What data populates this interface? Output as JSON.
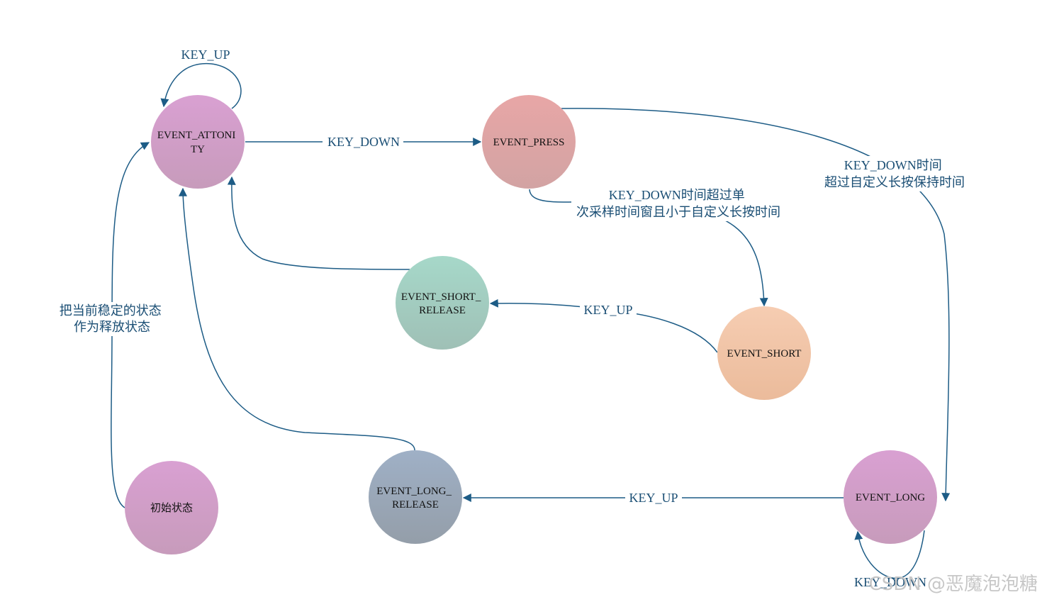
{
  "nodes": [
    {
      "id": "attonity",
      "lines": [
        "EVENT_ATTONI",
        "TY"
      ],
      "color_top": "#d9a0d2",
      "color_bottom": "#c79bbb"
    },
    {
      "id": "press",
      "lines": [
        "EVENT_PRESS"
      ],
      "color_top": "#e8a6a6",
      "color_bottom": "#d2a3a3"
    },
    {
      "id": "short_release",
      "lines": [
        "EVENT_SHORT_",
        "RELEASE"
      ],
      "color_top": "#a6d8c9",
      "color_bottom": "#9fc0b6"
    },
    {
      "id": "short",
      "lines": [
        "EVENT_SHORT"
      ],
      "color_top": "#f6cdb2",
      "color_bottom": "#ebbb9b"
    },
    {
      "id": "initial",
      "lines": [
        "初始状态"
      ],
      "color_top": "#d9a0d2",
      "color_bottom": "#c79bbb"
    },
    {
      "id": "long_release",
      "lines": [
        "EVENT_LONG_",
        "RELEASE"
      ],
      "color_top": "#9fb0c6",
      "color_bottom": "#949ea9"
    },
    {
      "id": "long",
      "lines": [
        "EVENT_LONG"
      ],
      "color_top": "#d9a0d2",
      "color_bottom": "#c79bbb"
    }
  ],
  "edges": [
    {
      "id": "attonity-self",
      "from": "attonity",
      "to": "attonity",
      "label_lines": [
        "KEY_UP"
      ]
    },
    {
      "id": "attonity-press",
      "from": "attonity",
      "to": "press",
      "label_lines": [
        "KEY_DOWN"
      ]
    },
    {
      "id": "press-long",
      "from": "press",
      "to": "long",
      "label_lines": [
        "KEY_DOWN时间",
        "超过自定义长按保持时间"
      ]
    },
    {
      "id": "press-short",
      "from": "press",
      "to": "short",
      "label_lines": [
        "KEY_DOWN时间超过单",
        "次采样时间窗且小于自定义长按时间"
      ]
    },
    {
      "id": "short-short_release",
      "from": "short",
      "to": "short_release",
      "label_lines": [
        "KEY_UP"
      ]
    },
    {
      "id": "short_release-attonity",
      "from": "short_release",
      "to": "attonity",
      "label_lines": []
    },
    {
      "id": "initial-attonity",
      "from": "initial",
      "to": "attonity",
      "label_lines": [
        "把当前稳定的状态",
        "作为释放状态"
      ]
    },
    {
      "id": "long_release-attonity",
      "from": "long_release",
      "to": "attonity",
      "label_lines": []
    },
    {
      "id": "long-long_release",
      "from": "long",
      "to": "long_release",
      "label_lines": [
        "KEY_UP"
      ]
    },
    {
      "id": "long-self",
      "from": "long",
      "to": "long",
      "label_lines": [
        "KEY_DOWN"
      ]
    }
  ],
  "watermark": "CSDN @恶魔泡泡糖",
  "colors": {
    "edge": "#1d5c86",
    "edge_label": "#1a4e74"
  }
}
